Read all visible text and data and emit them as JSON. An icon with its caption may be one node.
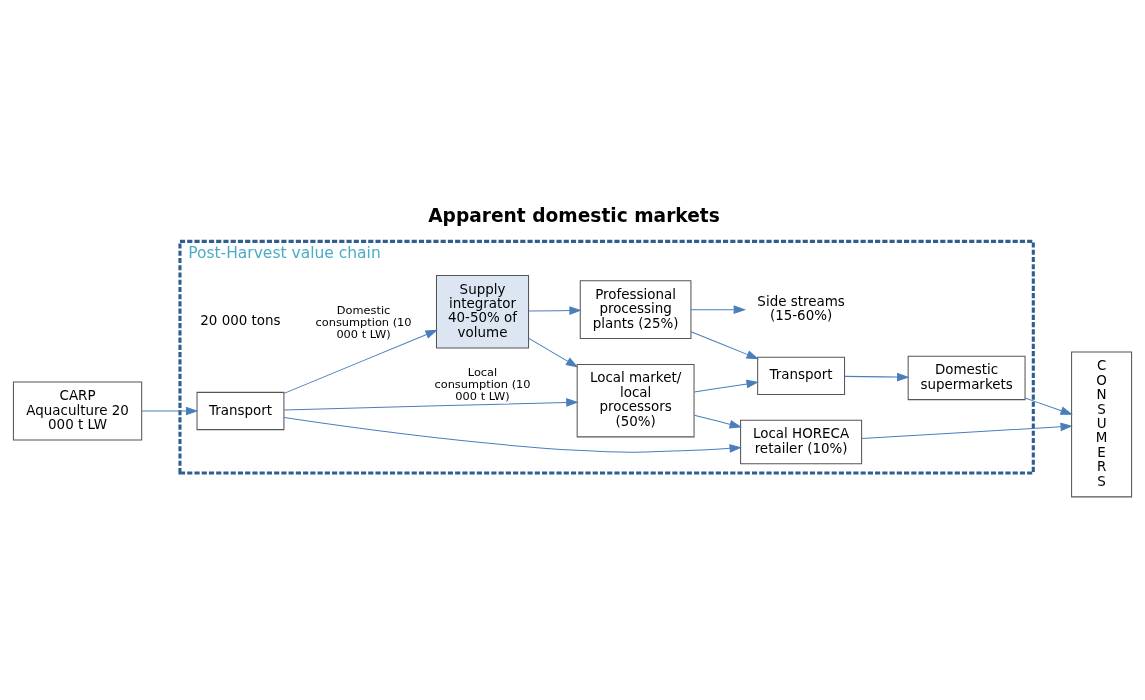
{
  "diagram": {
    "title": "Apparent domestic markets",
    "nodes": [
      {
        "text": [
          "Post-Harvest value chain"
        ]
      },
      {
        "text": [
          "CARP",
          "Aquaculture 20 000 t LW"
        ]
      },
      {
        "text": [
          "Transport"
        ],
        "in": 0
      },
      {
        "text": [
          "Supply integrator 40-50% of volume"
        ],
        "in": 0
      },
      {
        "text": [
          "Domestic supermarkets"
        ],
        "in": 0
      },
      {
        "text": [
          "Professional processing plants (25%)"
        ],
        "in": 0
      },
      {
        "text": [
          "Transport"
        ],
        "in": 0
      },
      {
        "text": [
          "Local market/ local processors (50%)"
        ],
        "in": 0
      },
      {
        "text": [
          "Local HORECA retailer (10%)"
        ],
        "in": 0
      },
      {
        "text": [
          "CONSUMERS"
        ]
      },
      {
        "text": [
          "Side streams (15-60%)"
        ],
        "in": 0
      }
    ],
    "edges": [
      {
        "from": 1,
        "to": 2,
        "arrow": "to"
      },
      {
        "from": 2,
        "to": 3,
        "arrow": "to",
        "label": "Domestic consumption (10 000 t LW)"
      },
      {
        "from": 2,
        "to": 7,
        "arrow": "to",
        "label": "Local consumption (10 000 t LW)"
      },
      {
        "from": 2,
        "to": 8,
        "arrow": "to"
      },
      {
        "from": 3,
        "to": 7,
        "arrow": "to"
      },
      {
        "from": 3,
        "to": 5,
        "arrow": "to"
      },
      {
        "from": 5,
        "to": 10,
        "arrow": "to"
      },
      {
        "from": 5,
        "to": 6,
        "arrow": "to"
      },
      {
        "from": 6,
        "to": 4,
        "arrow": "to"
      },
      {
        "from": 7,
        "to": 6,
        "arrow": "to"
      },
      {
        "from": 7,
        "to": 8,
        "arrow": "to"
      },
      {
        "from": 8,
        "to": 9,
        "arrow": "to"
      },
      {
        "from": 4,
        "to": 9,
        "arrow": "to"
      }
    ],
    "labels": [
      "20 000 tons"
    ]
  }
}
